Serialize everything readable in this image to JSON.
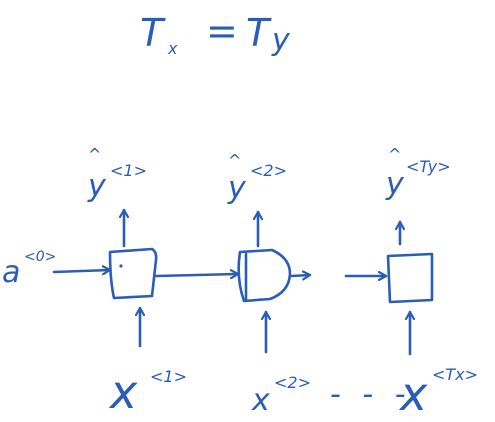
{
  "colors": {
    "ink": "#2a5db8",
    "background": "#ffffff"
  },
  "equation": {
    "lhs_base": "T",
    "lhs_sub": "x",
    "equals": "=",
    "rhs_base": "T",
    "rhs_sub": "y"
  },
  "a0": {
    "base": "a",
    "sup": "<0>"
  },
  "outputs": [
    {
      "base": "y",
      "hat": "^",
      "sup": "<1>"
    },
    {
      "base": "y",
      "hat": "^",
      "sup": "<2>"
    },
    {
      "base": "y",
      "hat": "^",
      "sup": "<Ty>"
    }
  ],
  "inputs": [
    {
      "base": "x",
      "sup": "<1>"
    },
    {
      "base": "x",
      "sup": "<2>"
    },
    {
      "base": "x",
      "sup": "<Tx>"
    }
  ],
  "ellipsis": "- - -"
}
